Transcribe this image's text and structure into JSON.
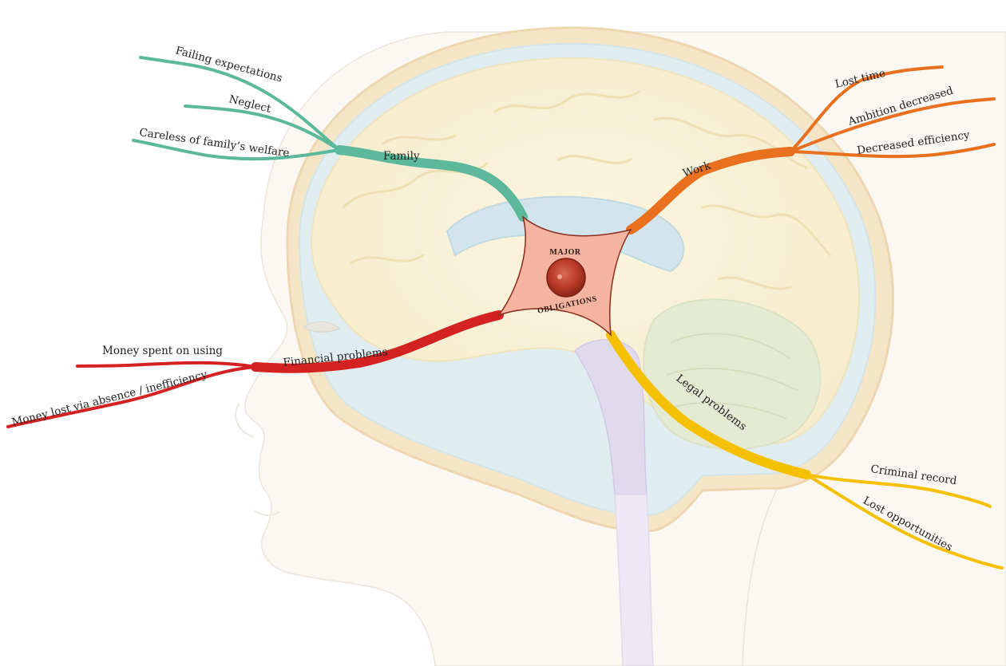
{
  "center": {
    "line1": "MAJOR",
    "line2": "OBLIGATIONS"
  },
  "colors": {
    "family": "#5bb89a",
    "work": "#e8701e",
    "financial": "#d42222",
    "legal": "#f5c000",
    "hub_fill": "#f4b4a0",
    "hub_core": "#b83a28"
  },
  "branches": {
    "family": {
      "label": "Family",
      "sub": [
        "Failing expectations",
        "Neglect",
        "Careless of family’s welfare"
      ]
    },
    "work": {
      "label": "Work",
      "sub": [
        "Lost time",
        "Ambition decreased",
        "Decreased efficiency"
      ]
    },
    "financial": {
      "label": "Financial problems",
      "sub": [
        "Money spent on using",
        "Money lost via absence / inefficiency"
      ]
    },
    "legal": {
      "label": "Legal problems",
      "sub": [
        "Criminal record",
        "Lost opportunities"
      ]
    }
  }
}
